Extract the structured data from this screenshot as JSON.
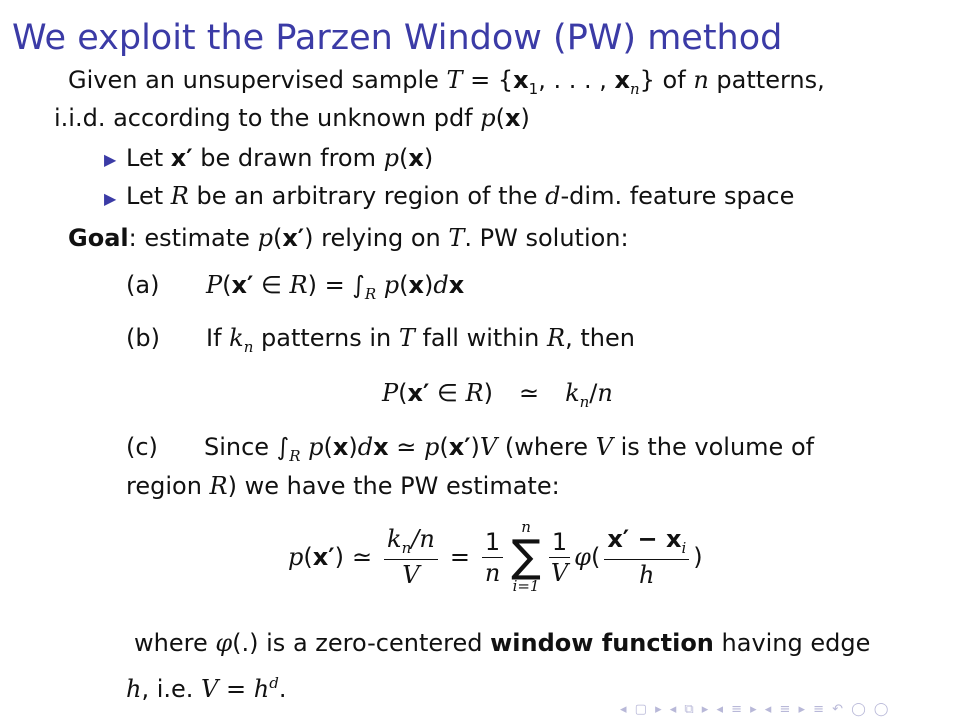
{
  "title": "We exploit the Parzen Window (PW) method",
  "intro": {
    "a": "Given an unsupervised sample ",
    "T": "T",
    "b": " = {",
    "x1": "x",
    "s1": "1",
    "c": ", . . . , ",
    "xn": "x",
    "sn": "n",
    "d": "} of ",
    "n": "n",
    "e": " patterns,",
    "l2a": "i.i.d. according to the unknown pdf ",
    "p": "p",
    "l2b": "(",
    "x": "x",
    "l2c": ")"
  },
  "bullets": [
    {
      "a": "Let ",
      "x": "x′",
      "b": " be drawn from ",
      "p": "p",
      "c": "(",
      "x2": "x",
      "d": ")"
    },
    {
      "a": "Let ",
      "R": "R",
      "b": " be an arbitrary region of the ",
      "d": "d",
      "c": "-dim. feature space"
    }
  ],
  "goal": {
    "label": "Goal",
    "a": ": estimate ",
    "p": "p",
    "b": "(",
    "x": "x′",
    "c": ") relying on ",
    "T": "T",
    "d": ". PW solution:"
  },
  "a": {
    "tag": "(a)",
    "P": "P",
    "o": "(",
    "x": "x′",
    "in": " ∈ ",
    "R": "R",
    "eq": ") = ∫",
    "sub": "R",
    "p": " p",
    "o2": "(",
    "x2": "x",
    "c": ")",
    "d": "d",
    "x3": "x"
  },
  "b": {
    "tag": "(b)",
    "a": "If ",
    "k": "k",
    "sub": "n",
    "b": " patterns in ",
    "T": "T",
    "c": " fall within ",
    "R": "R",
    "d": ", then",
    "P": "P",
    "o": "(",
    "x": "x′",
    "in": " ∈ ",
    "R2": "R",
    "cl": ")",
    "approx": "≃",
    "k2": "k",
    "sub2": "n",
    "sl": "/",
    "n": "n"
  },
  "c": {
    "tag": "(c)",
    "a": "Since ∫",
    "sub": "R",
    "p": " p",
    "o": "(",
    "x": "x",
    "cl": ")",
    "d": "d",
    "x2": "x",
    "ap": " ≃ ",
    "p2": "p",
    "o2": "(",
    "x3": "x′",
    "cl2": ")",
    "V": "V",
    "w": " (where ",
    "V2": "V",
    "w2": " is the volume of",
    "l2a": "region ",
    "R": "R",
    "l2b": ") we have the PW estimate:"
  },
  "formula": {
    "p": "p",
    "o": "(",
    "x": "x′",
    "c": ")",
    "ap": "≃",
    "k": "k",
    "kn": "n",
    "sl": "/n",
    "V": "V",
    "eq": "=",
    "one": "1",
    "n": "n",
    "sig": "∑",
    "top": "n",
    "bot": "i=1",
    "one2": "1",
    "V2": "V",
    "phi": "φ",
    "op": "(",
    "xa": "x′ − x",
    "xi": "i",
    "h": "h",
    "cp": ")"
  },
  "where": {
    "a": "where ",
    "phi": "φ",
    "b": "(.) is a zero-centered ",
    "bold": "window function",
    "c": " having edge",
    "h": "h",
    "d": ", i.e. ",
    "V": "V",
    "e": " = ",
    "h2": "h",
    "sup": "d",
    "f": "."
  },
  "nav": "◂ ▢ ▸  ◂ ⧉ ▸  ◂ ≡ ▸  ◂ ≡ ▸   ≡   ↶ ◯ ◯"
}
